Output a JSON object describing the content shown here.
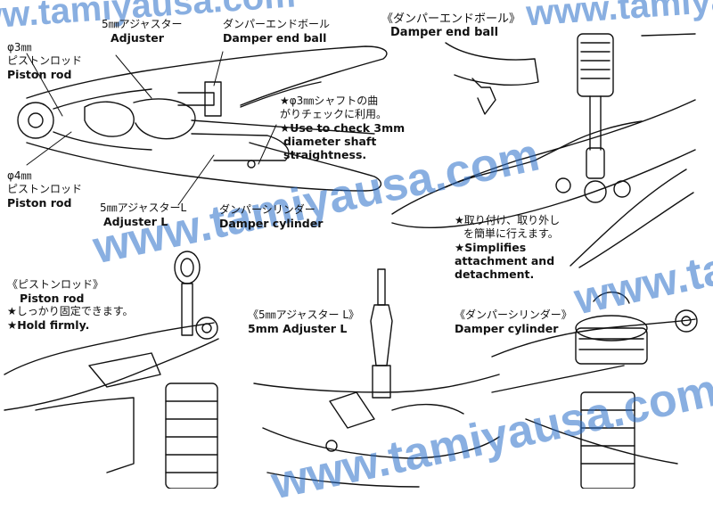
{
  "watermark_text": "www.tamiyausa.com",
  "watermark_color": "#3b82d6",
  "top_left": {
    "piston3_jp": "φ3㎜",
    "piston3_jp2": "ピストンロッド",
    "piston3_en": "Piston rod",
    "adjuster_jp": "5㎜アジャスター",
    "adjuster_en": "Adjuster",
    "endball_jp": "ダンパーエンドボール",
    "endball_en": "Damper end ball",
    "shaft_jp1": "★φ3㎜シャフトの曲",
    "shaft_jp2": "がりチェックに利用。",
    "shaft_en1": "★Use to check 3mm",
    "shaft_en2": "diameter shaft",
    "shaft_en3": "straightness.",
    "piston4_jp": "φ4㎜",
    "piston4_jp2": "ピストンロッド",
    "piston4_en": "Piston rod",
    "adjusterL_jp": "5㎜アジャスターL",
    "adjusterL_en": "Adjuster L",
    "cylinder_jp": "ダンパーシリンダー",
    "cylinder_en": "Damper cylinder"
  },
  "top_right": {
    "title_jp": "《ダンパーエンドボール》",
    "title_en": "Damper end ball",
    "note_jp1": "★取り付け、取り外し",
    "note_jp2": "を簡単に行えます。",
    "note_en1": "★Simplifies",
    "note_en2": "attachment and",
    "note_en3": "detachment."
  },
  "bottom_left": {
    "title_jp": "《ピストンロッド》",
    "title_en": "Piston rod",
    "note_jp": "★しっかり固定できます。",
    "note_en": "★Hold firmly."
  },
  "bottom_mid": {
    "title_jp": "《5㎜アジャスター L》",
    "title_en": "5mm Adjuster L"
  },
  "bottom_right": {
    "title_jp": "《ダンパーシリンダー》",
    "title_en": "Damper cylinder"
  }
}
